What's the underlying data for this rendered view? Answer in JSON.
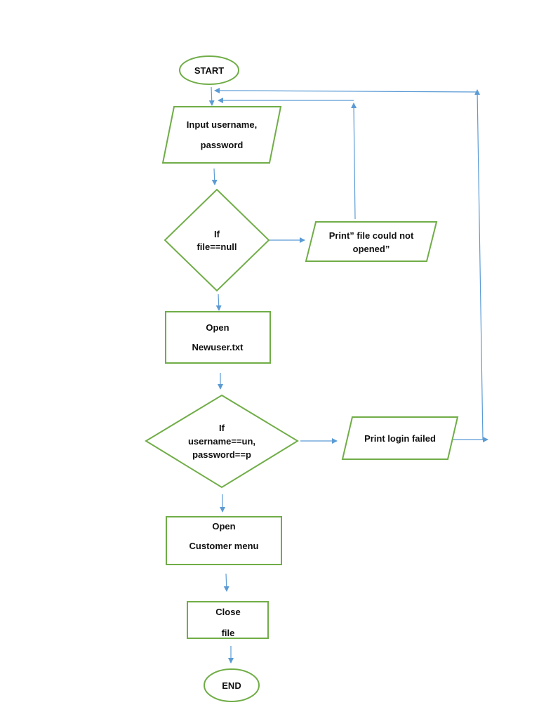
{
  "colors": {
    "shape_border": "#70AD47",
    "connector": "#5B9BD5",
    "text": "#111111"
  },
  "nodes": {
    "start": {
      "shape": "ellipse",
      "lines": [
        "START"
      ]
    },
    "input": {
      "shape": "parallelogram",
      "lines": [
        "Input username,",
        "password"
      ]
    },
    "if_file": {
      "shape": "diamond",
      "lines": [
        "If",
        "file==null"
      ]
    },
    "print_file_error": {
      "shape": "parallelogram",
      "lines": [
        "Print” file could not",
        "opened”"
      ]
    },
    "open_newuser": {
      "shape": "rectangle",
      "lines": [
        "Open",
        "Newuser.txt"
      ]
    },
    "if_credentials": {
      "shape": "diamond",
      "lines": [
        "If",
        "username==un,",
        "password==p"
      ]
    },
    "print_login_failed": {
      "shape": "parallelogram",
      "lines": [
        "Print login failed"
      ]
    },
    "open_customer_menu": {
      "shape": "rectangle",
      "lines": [
        "Open",
        "Customer menu"
      ]
    },
    "close_file": {
      "shape": "rectangle",
      "lines": [
        "Close",
        "file"
      ]
    },
    "end": {
      "shape": "ellipse",
      "lines": [
        "END"
      ]
    }
  }
}
